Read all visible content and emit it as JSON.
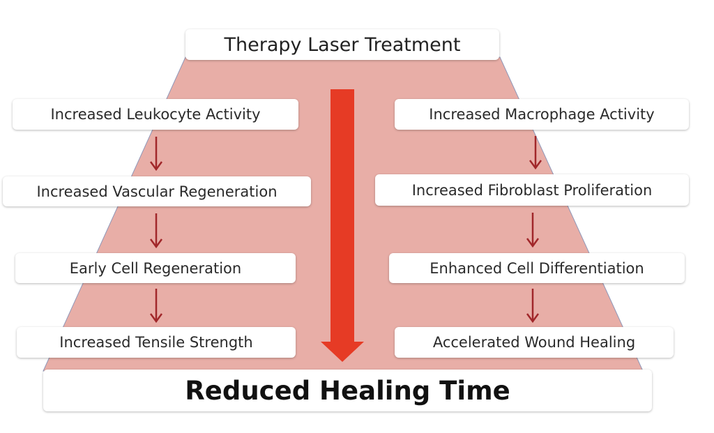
{
  "title": "Therapy Laser Treatment",
  "left_chain": [
    "Increased Leukocyte Activity",
    "Increased Vascular Regeneration",
    "Early Cell Regeneration",
    "Increased Tensile Strength"
  ],
  "right_chain": [
    "Increased Macrophage Activity",
    "Increased Fibroblast Proliferation",
    "Enhanced Cell Differentiation",
    "Accelerated Wound Healing"
  ],
  "result": "Reduced Healing Time",
  "colors": {
    "trapezoid_fill": "#e8aea7",
    "trapezoid_edge": "#8f97b8",
    "main_arrow": "#e63b25",
    "small_arrow": "#a1272a"
  },
  "icons": {
    "main_arrow": "down-arrow",
    "step_arrow": "down-arrow"
  }
}
